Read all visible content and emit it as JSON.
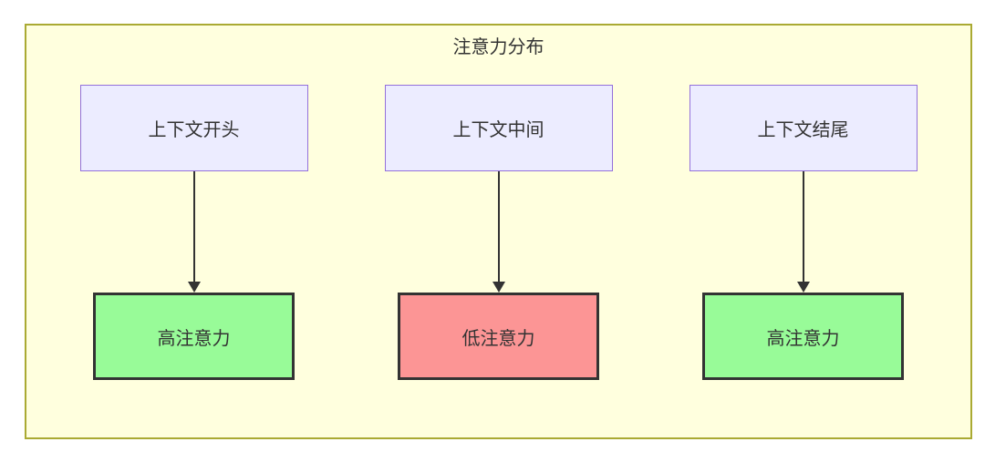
{
  "diagram": {
    "title": "注意力分布",
    "columns": [
      {
        "source_label": "上下文开头",
        "target_label": "高注意力",
        "attention": "high"
      },
      {
        "source_label": "上下文中间",
        "target_label": "低注意力",
        "attention": "low"
      },
      {
        "source_label": "上下文结尾",
        "target_label": "高注意力",
        "attention": "high"
      }
    ],
    "colors": {
      "container_fill": "#ffffde",
      "container_border": "#aaaa33",
      "source_fill": "#ececff",
      "source_border": "#9370db",
      "high_attention_fill": "#98fb98",
      "low_attention_fill": "#fc9595",
      "target_border": "#333333",
      "arrow_color": "#333333",
      "text_color": "#333333"
    }
  }
}
